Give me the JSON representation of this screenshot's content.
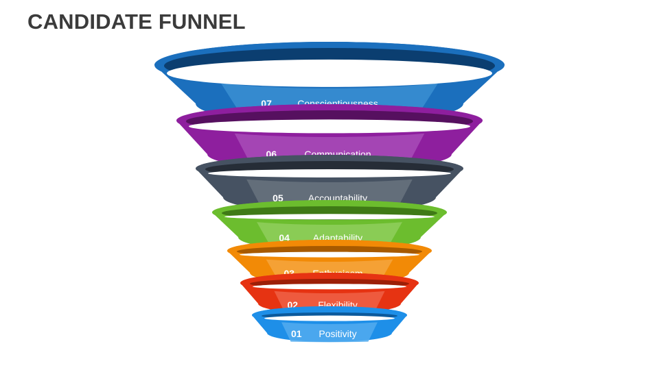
{
  "title": "CANDIDATE FUNNEL",
  "rings": [
    {
      "number": "07",
      "label": "Conscientiousness",
      "color": "#1b6fbd",
      "dark": "#0b3e70",
      "panel": "#3a8fd2"
    },
    {
      "number": "06",
      "label": "Communication",
      "color": "#8e1f9e",
      "dark": "#56105f",
      "panel": "#a84cb7"
    },
    {
      "number": "05",
      "label": "Accountability",
      "color": "#465262",
      "dark": "#262d37",
      "panel": "#68737f"
    },
    {
      "number": "04",
      "label": "Adaptability",
      "color": "#6cbd2e",
      "dark": "#3f7a16",
      "panel": "#8fcf5c"
    },
    {
      "number": "03",
      "label": "Enthusiasm",
      "color": "#f28a06",
      "dark": "#a75a00",
      "panel": "#f6a43e"
    },
    {
      "number": "02",
      "label": "Flexibility",
      "color": "#e63312",
      "dark": "#9c1f07",
      "panel": "#ee6246"
    },
    {
      "number": "01",
      "label": "Positivity",
      "color": "#1e8fe8",
      "dark": "#0c5a9c",
      "panel": "#52abef"
    }
  ]
}
